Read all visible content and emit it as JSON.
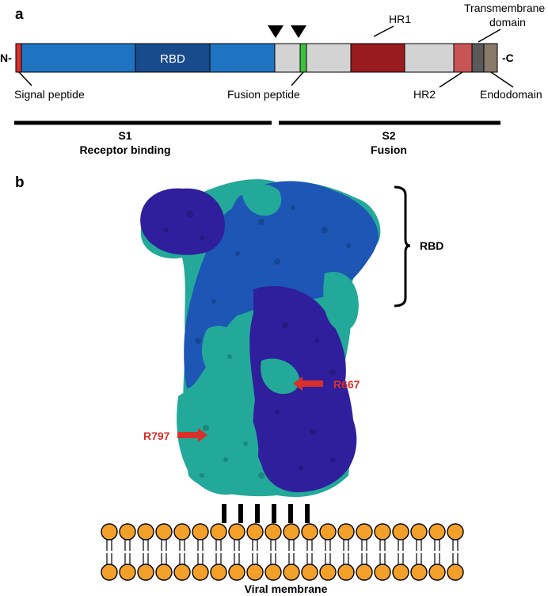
{
  "panels": {
    "a": {
      "letter": "a"
    },
    "b": {
      "letter": "b"
    }
  },
  "domain_bar": {
    "n_terminus": "N-",
    "c_terminus": "-C",
    "segments": [
      {
        "name": "signal-peptide-segment",
        "color": "#d8302a"
      },
      {
        "name": "s1-n-segment",
        "color": "#1f74c2"
      },
      {
        "name": "rbd-segment",
        "color": "#184b8c",
        "label": "RBD"
      },
      {
        "name": "s1-c-segment",
        "color": "#1f74c2"
      },
      {
        "name": "linker-segment",
        "color": "#d3d3d3"
      },
      {
        "name": "fusion-peptide-segment",
        "color": "#3fc03f"
      },
      {
        "name": "s2-linker-segment",
        "color": "#d3d3d3"
      },
      {
        "name": "hr1-segment",
        "color": "#9a1b1d"
      },
      {
        "name": "s2-mid-segment",
        "color": "#d3d3d3"
      },
      {
        "name": "hr2-segment",
        "color": "#c95454"
      },
      {
        "name": "transmembrane-segment",
        "color": "#5a5a5a"
      },
      {
        "name": "endodomain-segment",
        "color": "#8a7a6a"
      }
    ],
    "cleavage_markers": 2,
    "labels": {
      "signal_peptide": "Signal peptide",
      "fusion_peptide": "Fusion peptide",
      "hr1": "HR1",
      "hr2": "HR2",
      "transmembrane_line1": "Transmembrane",
      "transmembrane_line2": "domain",
      "endodomain": "Endodomain"
    }
  },
  "subunits": {
    "s1": {
      "name": "S1",
      "function": "Receptor binding"
    },
    "s2": {
      "name": "S2",
      "function": "Fusion"
    }
  },
  "structure": {
    "rbd_label": "RBD",
    "sites": [
      {
        "label": "R667",
        "color": "#d8302a"
      },
      {
        "label": "R797",
        "color": "#d8302a"
      }
    ],
    "colors": {
      "protomer_a": "#2f1f9c",
      "protomer_b": "#1d56b5",
      "protomer_c": "#23a99a"
    }
  },
  "membrane": {
    "label": "Viral membrane",
    "head_color": "#f2a02a",
    "transmembrane_stalks": 6
  }
}
